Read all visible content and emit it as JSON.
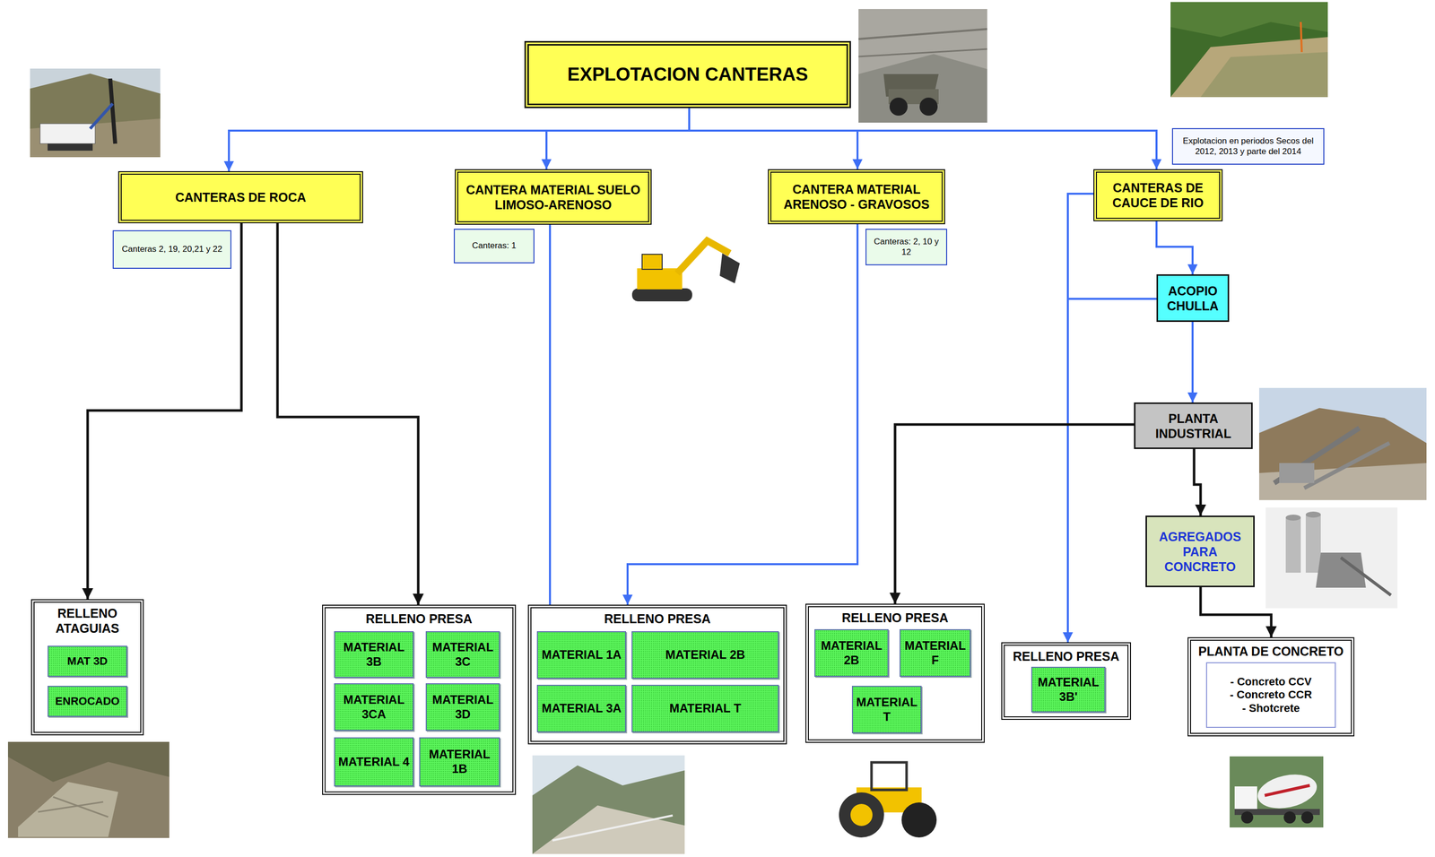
{
  "diagram": {
    "nodes": [
      {
        "text": [
          "EXPLOTACION CANTERAS"
        ]
      },
      {
        "text": [
          "CANTERAS DE ROCA"
        ]
      },
      {
        "text": [
          "Canteras 2, 19, 20,21 y 22"
        ]
      },
      {
        "text": [
          "CANTERA MATERIAL SUELO LIMOSO-ARENOSO"
        ]
      },
      {
        "text": [
          "Canteras: 1"
        ]
      },
      {
        "text": [
          "CANTERA MATERIAL ARENOSO - GRAVOSOS"
        ]
      },
      {
        "text": [
          "Canteras: 2, 10 y 12"
        ]
      },
      {
        "text": [
          "Explotacion en periodos Secos del 2012, 2013 y parte del 2014"
        ]
      },
      {
        "text": [
          "CANTERAS DE CAUCE DE RIO"
        ]
      },
      {
        "text": [
          "ACOPIO CHULLA"
        ]
      },
      {
        "text": [
          "PLANTA INDUSTRIAL"
        ]
      },
      {
        "text": [
          "AGREGADOS PARA CONCRETO"
        ]
      },
      {
        "text": [
          "RELLENO ATAGUIAS"
        ]
      },
      {
        "text": [
          "MAT 3D"
        ],
        "in": 12
      },
      {
        "text": [
          "ENROCADO"
        ],
        "in": 12
      },
      {
        "text": [
          "RELLENO PRESA"
        ]
      },
      {
        "text": [
          "MATERIAL 3B"
        ],
        "in": 15
      },
      {
        "text": [
          "MATERIAL 3C"
        ],
        "in": 15
      },
      {
        "text": [
          "MATERIAL 3CA"
        ],
        "in": 15
      },
      {
        "text": [
          "MATERIAL 3D"
        ],
        "in": 15
      },
      {
        "text": [
          "MATERIAL 4"
        ],
        "in": 15
      },
      {
        "text": [
          "MATERIAL 1B"
        ],
        "in": 15
      },
      {
        "text": [
          "RELLENO PRESA"
        ]
      },
      {
        "text": [
          "MATERIAL 1A"
        ],
        "in": 22
      },
      {
        "text": [
          "MATERIAL 2B"
        ],
        "in": 22
      },
      {
        "text": [
          "MATERIAL 3A"
        ],
        "in": 22
      },
      {
        "text": [
          "MATERIAL T"
        ],
        "in": 22
      },
      {
        "text": [
          "RELLENO PRESA"
        ]
      },
      {
        "text": [
          "MATERIAL 2B"
        ],
        "in": 27
      },
      {
        "text": [
          "MATERIAL F"
        ],
        "in": 27
      },
      {
        "text": [
          "MATERIAL T"
        ],
        "in": 27
      },
      {
        "text": [
          "RELLENO PRESA"
        ]
      },
      {
        "text": [
          "MATERIAL 3B'"
        ],
        "in": 31
      },
      {
        "text": [
          "PLANTA DE CONCRETO"
        ]
      },
      {
        "text": [
          "- Concreto CCV",
          "- Concreto CCR",
          "- Shotcrete"
        ],
        "in": 33
      }
    ],
    "edges": [
      {
        "from": 0,
        "to": 1,
        "arrow": "to"
      },
      {
        "from": 0,
        "to": 3,
        "arrow": "to"
      },
      {
        "from": 0,
        "to": 5,
        "arrow": "to"
      },
      {
        "from": 0,
        "to": 8,
        "arrow": "to"
      },
      {
        "from": 1,
        "to": 12,
        "arrow": "to"
      },
      {
        "from": 1,
        "to": 15,
        "arrow": "to"
      },
      {
        "from": 3,
        "to": 23,
        "arrow": "to"
      },
      {
        "from": 5,
        "to": 22,
        "arrow": "to"
      },
      {
        "from": 8,
        "to": 9,
        "arrow": "to"
      },
      {
        "from": 9,
        "to": 10,
        "arrow": "to"
      },
      {
        "from": 8,
        "to": 31,
        "arrow": "to"
      },
      {
        "from": 9,
        "to": 31,
        "arrow": "to"
      },
      {
        "from": 10,
        "to": 27,
        "arrow": "to"
      },
      {
        "from": 10,
        "to": 11,
        "arrow": "to"
      },
      {
        "from": 11,
        "to": 33,
        "arrow": "to"
      }
    ]
  }
}
